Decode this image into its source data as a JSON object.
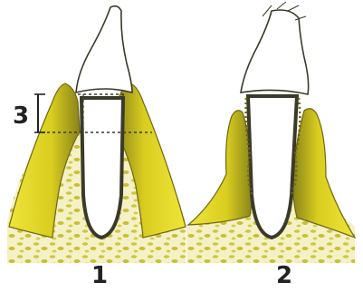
{
  "figure": {
    "labels": {
      "left_panel": "1",
      "right_panel": "2",
      "measurement": "3"
    },
    "colors": {
      "bone_yellow": "#e6da2b",
      "bone_dark": "#7c7612",
      "trabecular_bg": "#f4f0c0",
      "trabecular_spots": "#c8c03a",
      "tooth_fill": "#ffffff",
      "outline": "#3a3a2a"
    }
  }
}
